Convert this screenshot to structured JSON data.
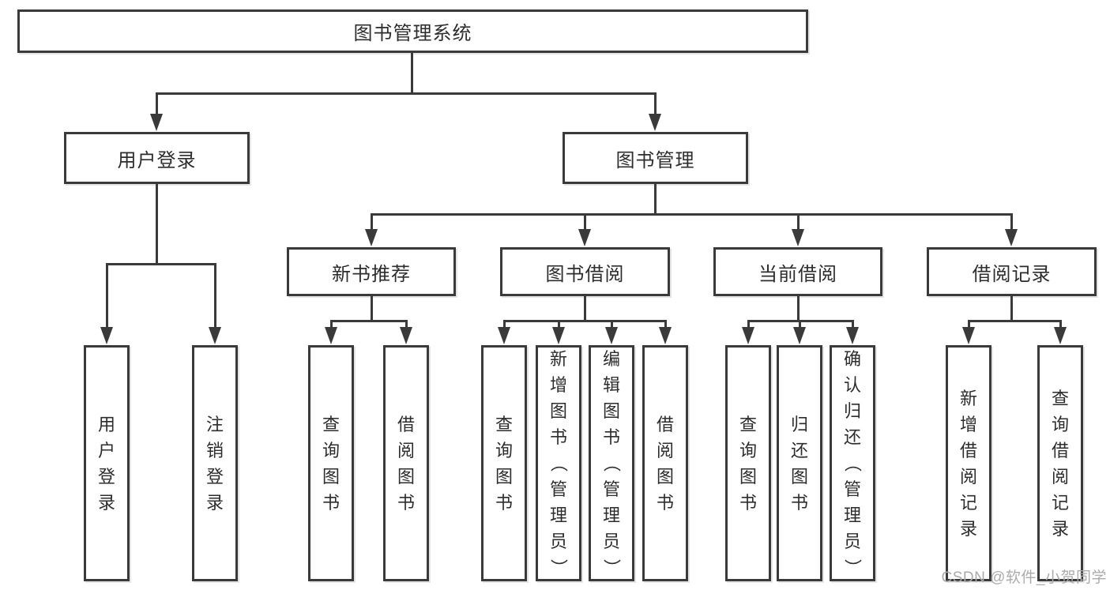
{
  "diagram_title": "图书管理系统",
  "nodes": {
    "root": {
      "label": "图书管理系统"
    },
    "user_login": {
      "label": "用户登录",
      "children": [
        "用户登录",
        "注销登录"
      ]
    },
    "book_mgmt": {
      "label": "图书管理"
    },
    "new_book": {
      "label": "新书推荐",
      "children": [
        "查询图书",
        "借阅图书"
      ]
    },
    "book_borrow": {
      "label": "图书借阅",
      "children": [
        "查询图书",
        "新增图书（管理员）",
        "编辑图书（管理员）",
        "借阅图书"
      ]
    },
    "current_borrow": {
      "label": "当前借阅",
      "children": [
        "查询图书",
        "归还图书",
        "确认归还（管理员）"
      ]
    },
    "borrow_records": {
      "label": "借阅记录",
      "children": [
        "新增借阅记录",
        "查询借阅记录"
      ]
    }
  },
  "watermark": "CSDN @软件_小贺同学",
  "colors": {
    "line": "#3a3a3a",
    "box_bg": "#ffffff",
    "text": "#2d2d2d",
    "watermark": "#ababab",
    "background": "#ffffff"
  }
}
